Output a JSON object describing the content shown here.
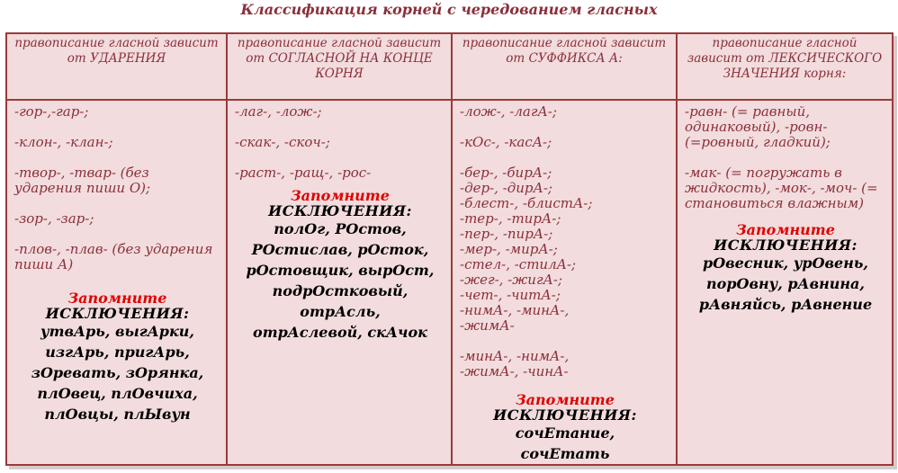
{
  "title": "Классификация корней с чередованием гласных",
  "columns": [
    {
      "header": "правописание гласной зависит от УДАРЕНИЯ",
      "items": [
        "-гор-,-гар-;",
        "-клон-, -клан-;",
        "-твор-, -твар- (без ударения пиши О);",
        "-зор-, -зар-;",
        "-плов-, -плав- (без ударения пиши А)"
      ],
      "remember": "Запомните",
      "exceptions_title": "ИСКЛЮЧЕНИЯ:",
      "exceptions": "утвАрь, выгАрки, изгАрь, пригАрь, зОревать, зОрянка, плОвец, плОвчиха, плОвцы, плЫвун"
    },
    {
      "header": "правописание гласной зависит от СОГЛАСНОЙ НА КОНЦЕ КОРНЯ",
      "items": [
        "-лаг-, -лож-;",
        "-скак-, -скоч-;",
        "-раст-, -ращ-, -рос-"
      ],
      "remember": "Запомните",
      "exceptions_title": "ИСКЛЮЧЕНИЯ:",
      "exceptions": "полОг, РОстов, РОстислав, рОсток, рОстовщик, вырОст, подрОстковый, отрАсль, отрАслевой, скАчок"
    },
    {
      "header": "правописание гласной зависит от СУФФИКСА А:",
      "items": [
        "-лож-, -лагА-;",
        "-кОс-, -касА-;",
        "-бер-, -бирА-;",
        "-дер-, -дирА-;",
        "-блест-, -блистА-;",
        "-тер-, -тирА-;",
        "-пер-, -пирА-;",
        "-мер-, -мирА-;",
        "-стел-, -стилА-;",
        "-жег-, -жигА-;",
        "-чет-, -читА-;",
        "-нимА-, -минА-, -жимА-",
        "-минА-, -нимА-, -жимА-, -чинА-"
      ],
      "remember": "Запомните",
      "exceptions_title": "ИСКЛЮЧЕНИЯ:",
      "exceptions": "сочЕтание, сочЕтать"
    },
    {
      "header": "правописание гласной зависит от ЛЕКСИЧЕСКОГО ЗНАЧЕНИЯ корня:",
      "items": [
        "-равн- (= равный, одинаковый), -ровн- (=ровный, гладкий);",
        "-мак- (= погружать в жидкость), -мок-, -моч- (= становиться влажным)"
      ],
      "remember": "Запомните",
      "exceptions_title": "ИСКЛЮЧЕНИЯ:",
      "exceptions": "рОвесник, урОвень, порОвну, рАвнина, рАвняйсь, рАвнение"
    }
  ]
}
